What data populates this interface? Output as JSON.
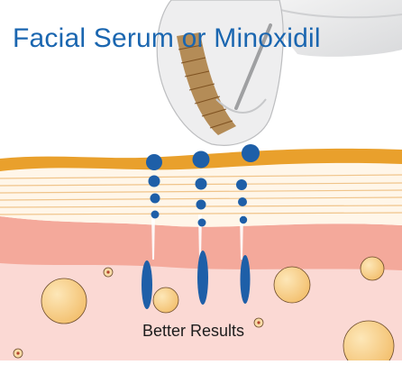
{
  "title": "Facial Serum or Minoxidil",
  "caption": "Better Results",
  "illustration": {
    "device": "derma-roller-icon",
    "layers": [
      "epidermis",
      "dermis",
      "subcutaneous"
    ],
    "colors": {
      "title": "#1a66b0",
      "droplet": "#1e5fa8",
      "skin_surface": "#e9a02c",
      "dermis": "#f4a99b",
      "subcutaneous": "#fbd9d4",
      "fat_cell": "#f6c97b"
    }
  }
}
